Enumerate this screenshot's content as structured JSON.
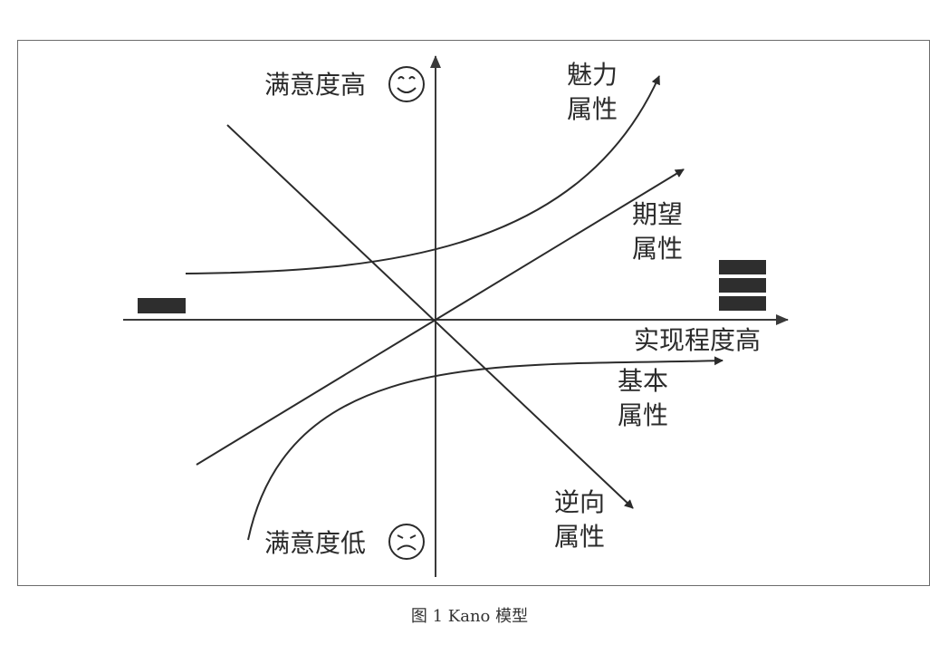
{
  "labels": {
    "sat_high": "满意度高",
    "sat_low": "满意度低",
    "impl_high": "实现程度高",
    "attractive": "魅力属性",
    "expected": "期望属性",
    "basic": "基本属性",
    "reverse": "逆向属性"
  },
  "caption": "图 1 Kano 模型",
  "colors": {
    "line": "#2b2b2b",
    "axis": "#3a3a3a",
    "block": "#2e2e2e",
    "frame": "#6b6b6b"
  },
  "icons": {
    "happy": "smiley-face-icon",
    "sad": "sad-face-icon"
  }
}
